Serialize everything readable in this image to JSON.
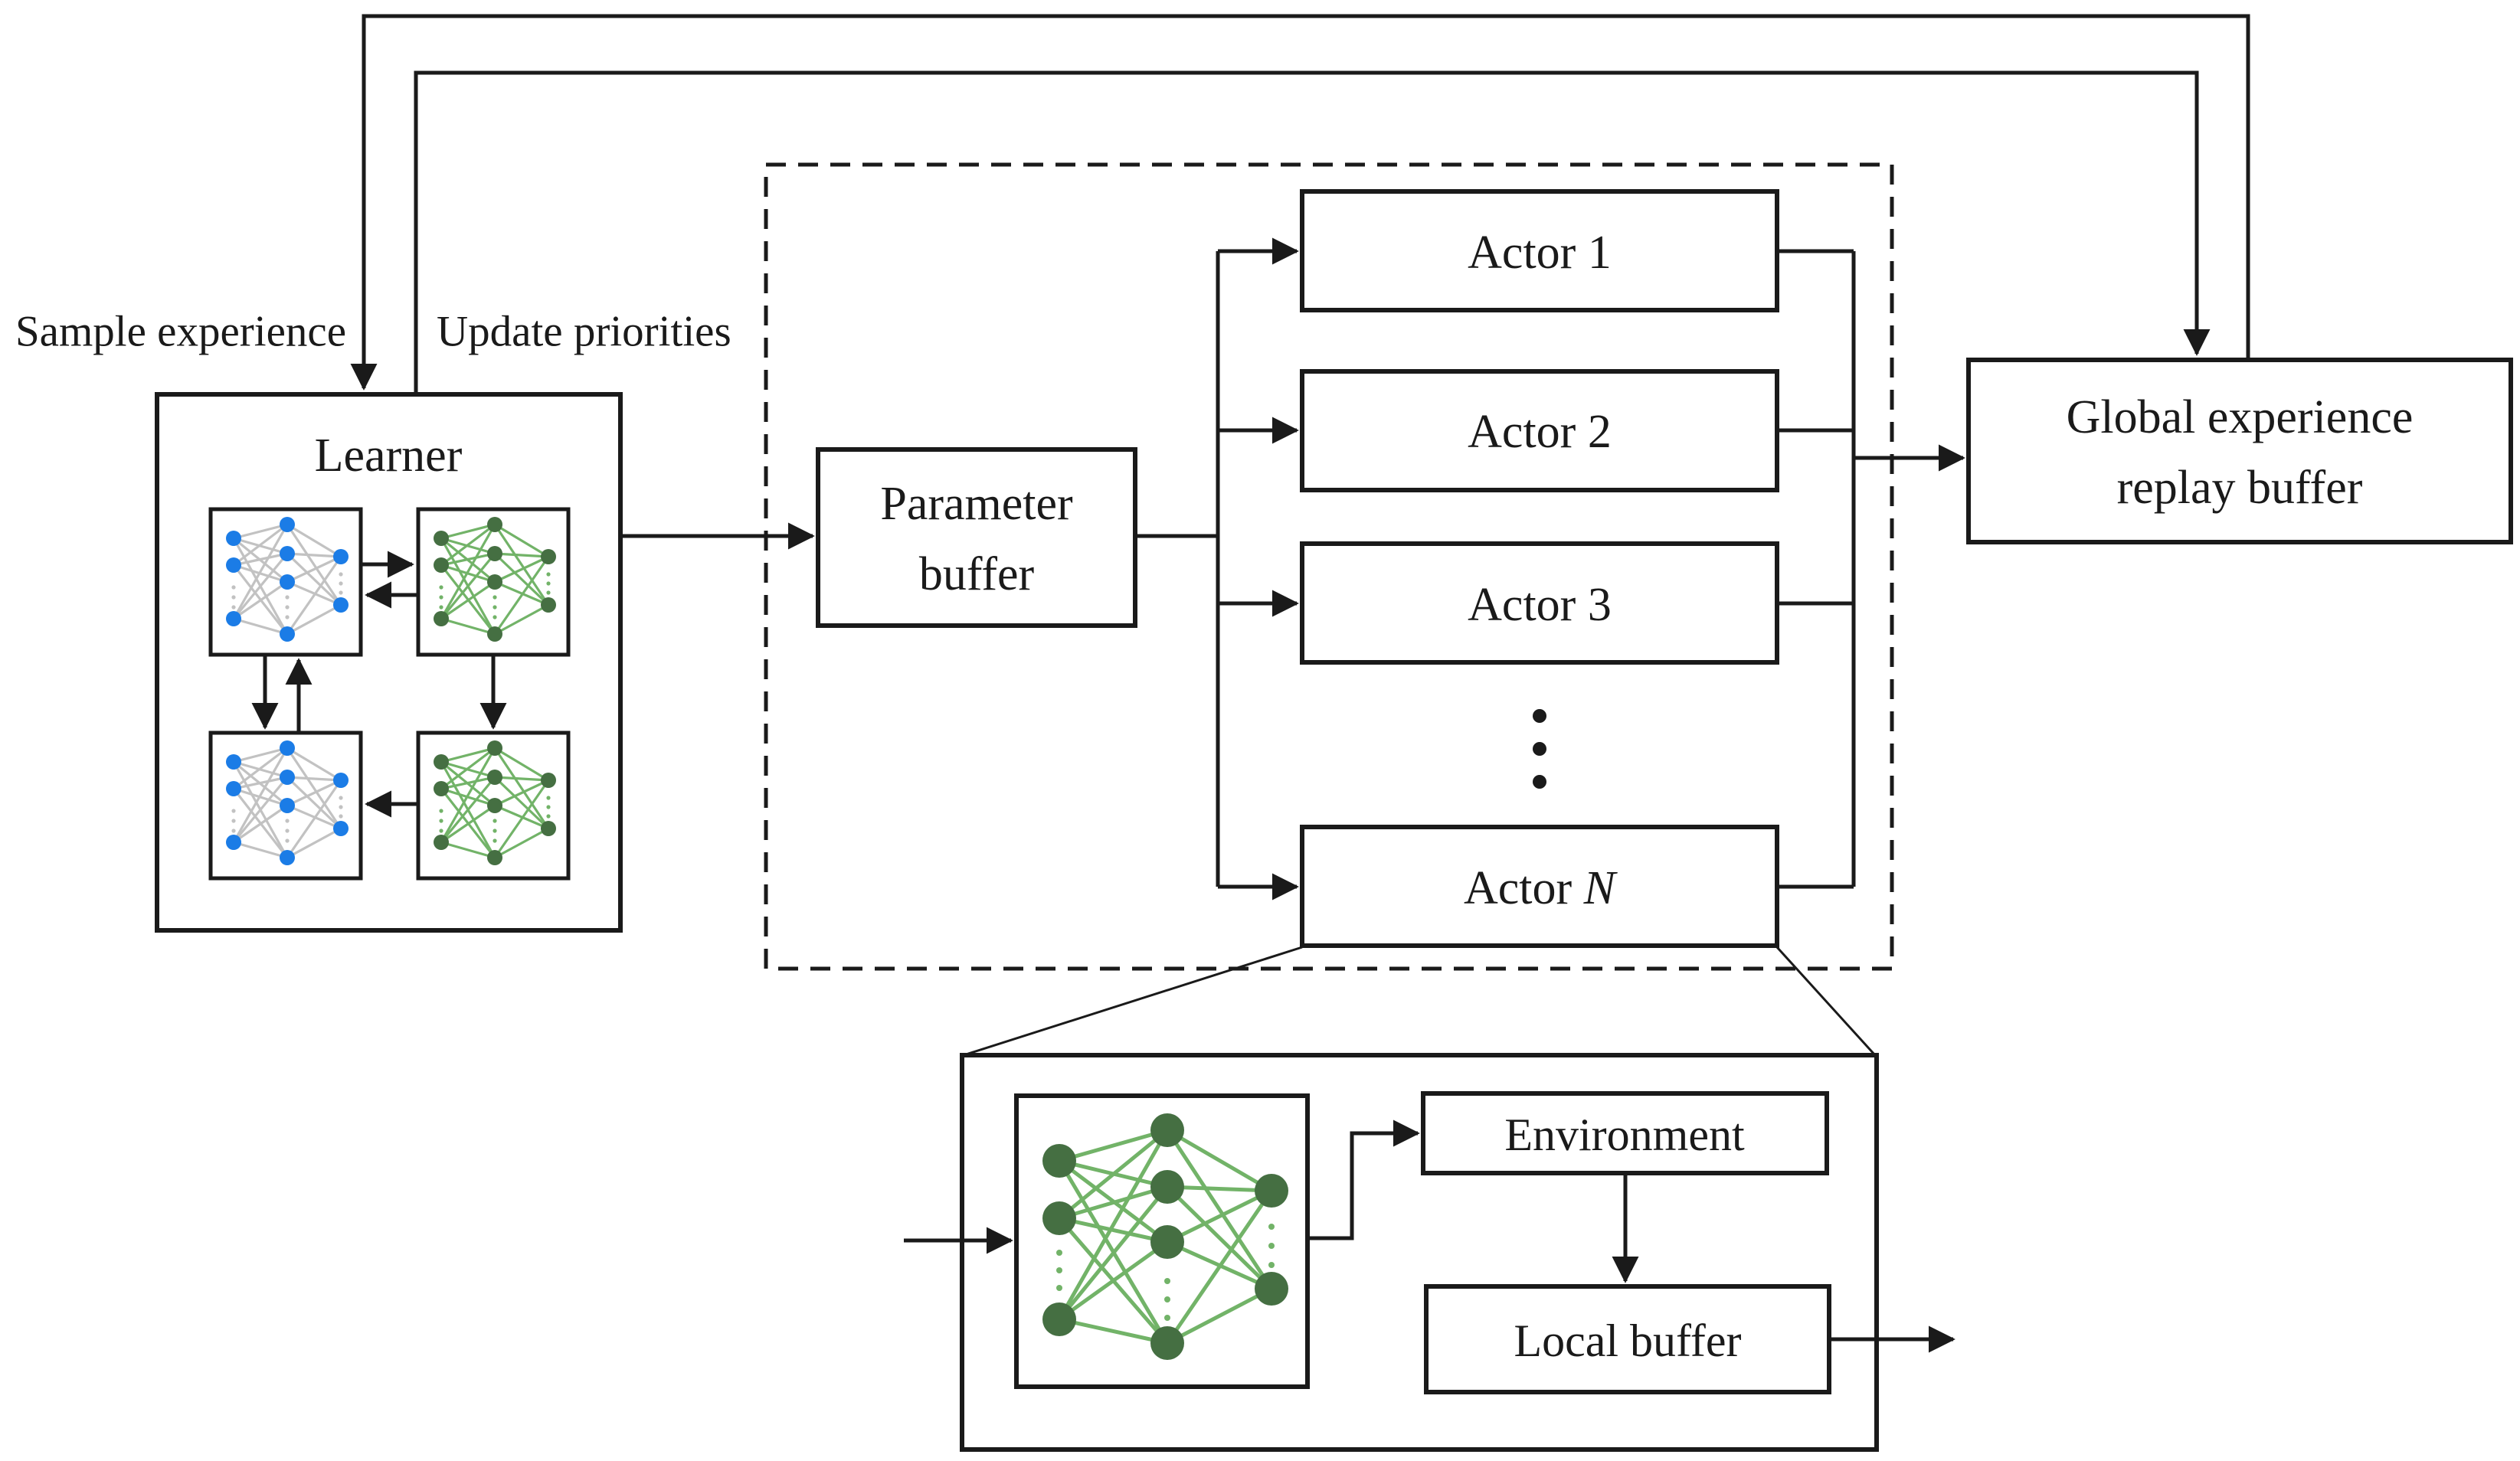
{
  "diagram": {
    "edge_labels": {
      "sample_experience": "Sample experience",
      "update_priorities": "Update priorities"
    },
    "boxes": {
      "learner": "Learner",
      "parameter_buffer": [
        "Parameter",
        "buffer"
      ],
      "actors": [
        "Actor 1",
        "Actor 2",
        "Actor 3"
      ],
      "actor_n": {
        "prefix": "Actor ",
        "n": "N"
      },
      "global_buffer": [
        "Global experience",
        "replay buffer"
      ],
      "environment": "Environment",
      "local_buffer": "Local buffer"
    },
    "colors": {
      "line": "#1a1a1a",
      "blue_node": "#1b7ce6",
      "gray_edge": "#c2c2c2",
      "green_node": "#456f42",
      "green_edge": "#72b368",
      "background": "#ffffff"
    }
  }
}
